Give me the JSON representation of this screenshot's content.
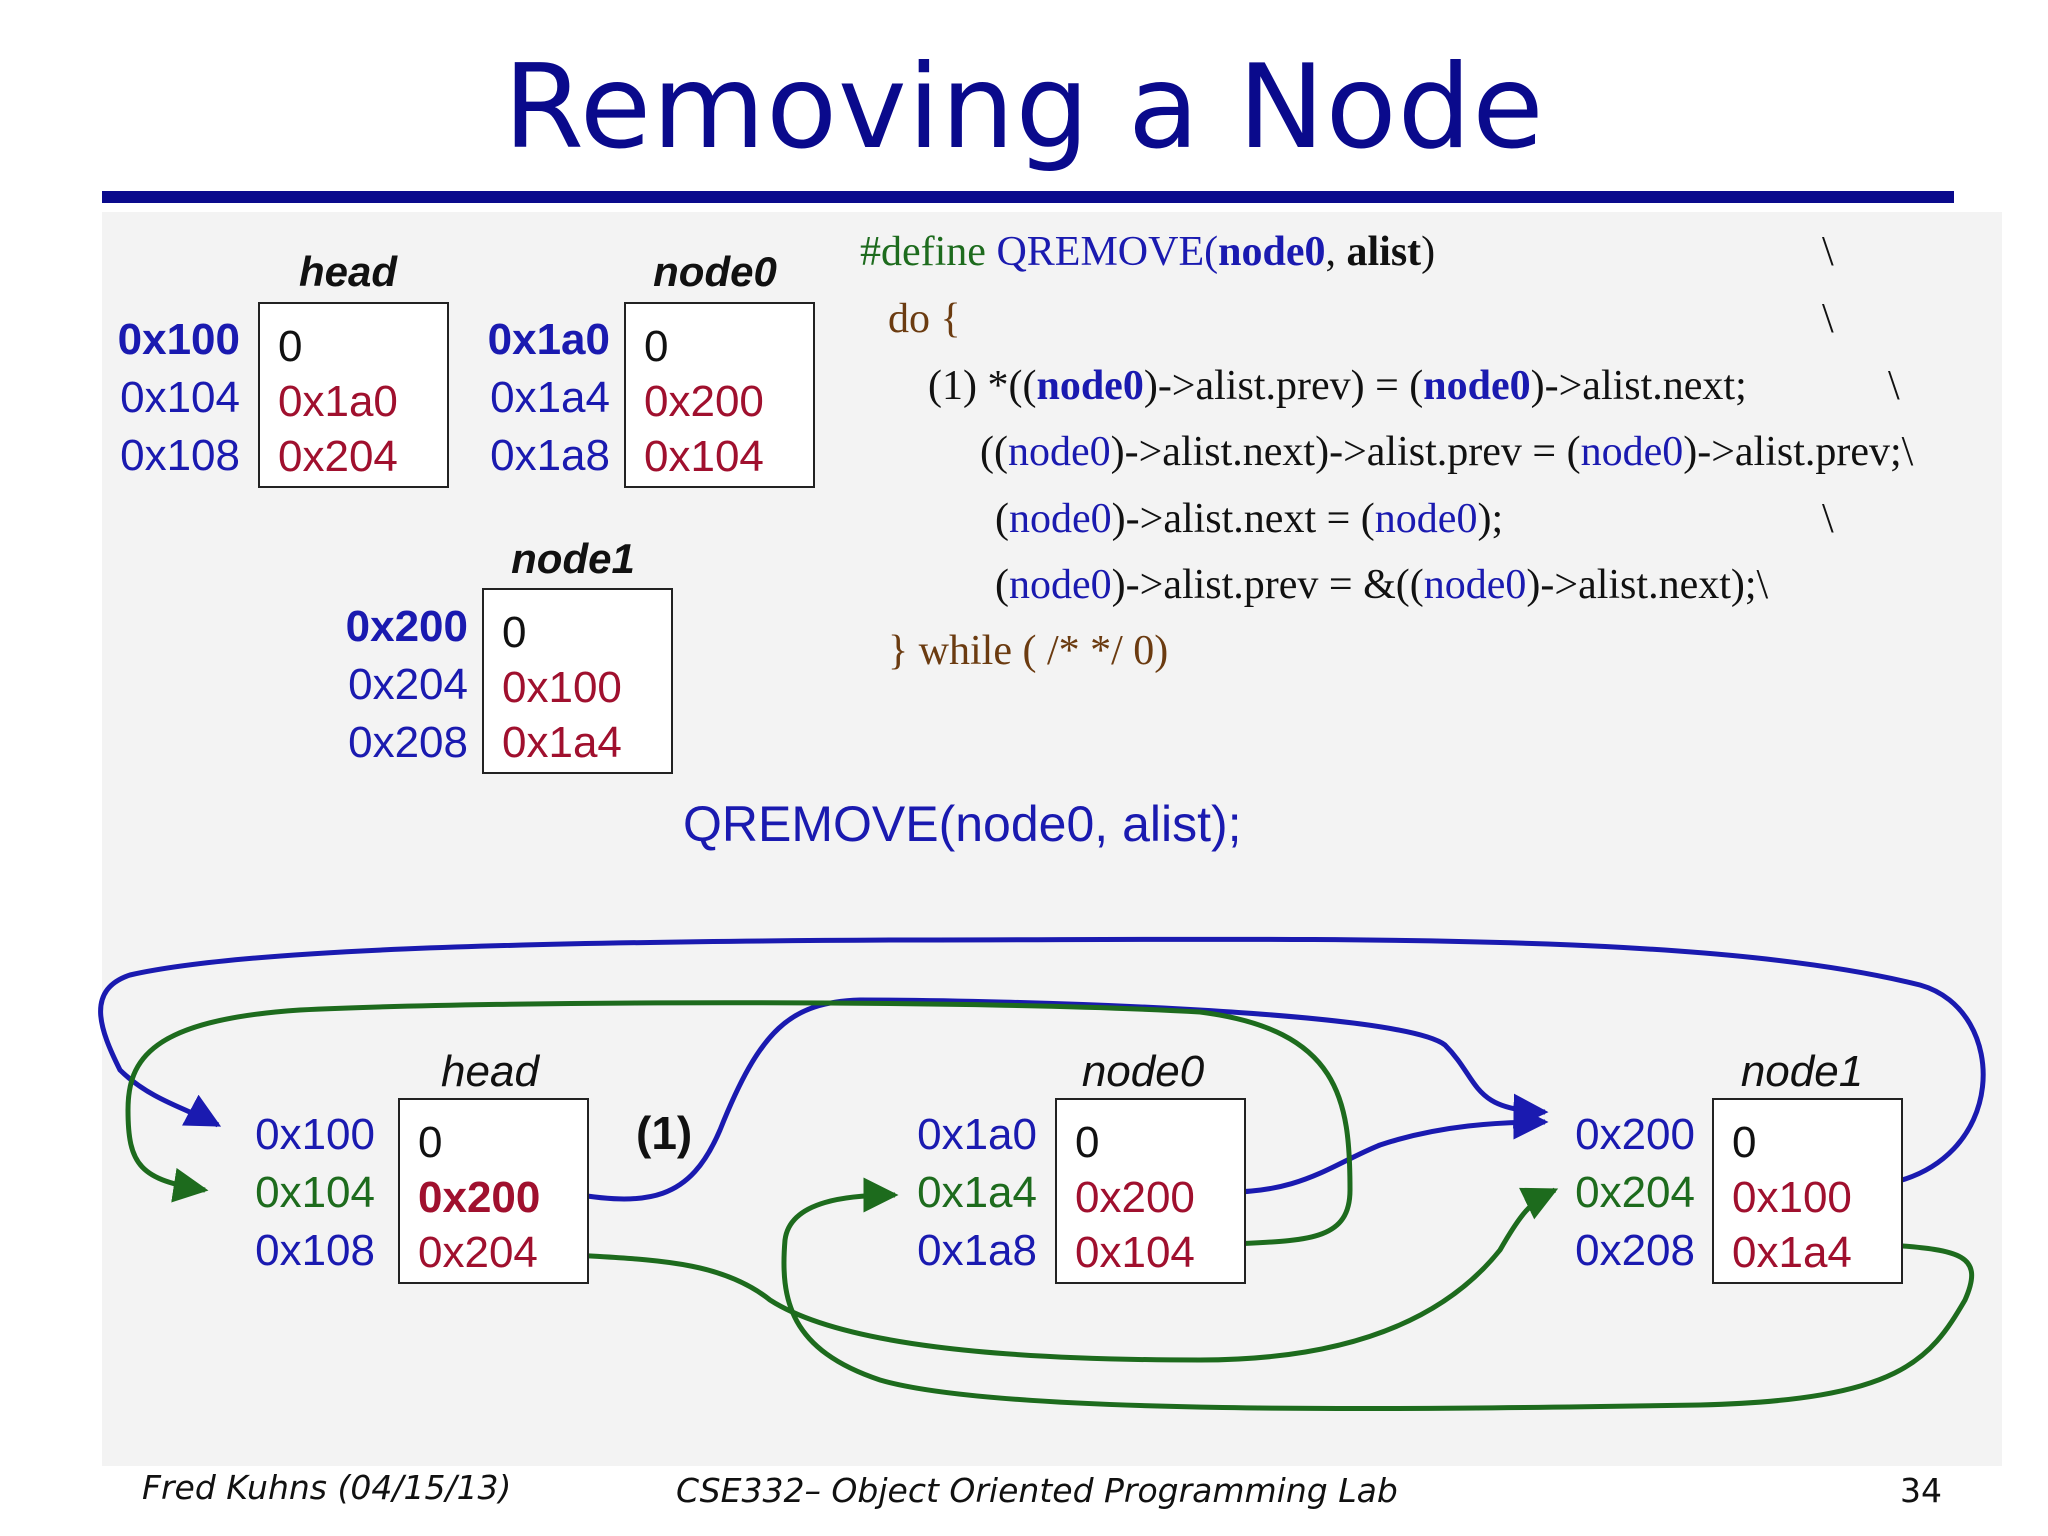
{
  "title": "Removing a Node",
  "top": {
    "head": {
      "label": "head",
      "addrs": [
        "0x100",
        "0x104",
        "0x108"
      ],
      "vals": [
        "0",
        "0x1a0",
        "0x204"
      ]
    },
    "node0": {
      "label": "node0",
      "addrs": [
        "0x1a0",
        "0x1a4",
        "0x1a8"
      ],
      "vals": [
        "0",
        "0x200",
        "0x104"
      ]
    },
    "node1": {
      "label": "node1",
      "addrs": [
        "0x200",
        "0x204",
        "0x208"
      ],
      "vals": [
        "0",
        "0x100",
        "0x1a4"
      ]
    }
  },
  "code": {
    "l1": {
      "kw": "#define",
      "macro": "QREMOVE",
      "p1": "node0",
      "p2": "alist",
      "bs": "\\"
    },
    "l2": {
      "text": "do {",
      "bs": "\\"
    },
    "l3": {
      "step": "(1)",
      "bs": "\\"
    },
    "l4": {
      "bs": "\\"
    },
    "l5": {
      "bs": "\\"
    },
    "l6": {
      "bs": "\\"
    },
    "l7": {
      "text": "} while ( /* */ 0)"
    }
  },
  "call": "QREMOVE(node0, alist);",
  "bottom": {
    "step_marker": "(1)",
    "head": {
      "label": "head",
      "addrs": [
        "0x100",
        "0x104",
        "0x108"
      ],
      "vals": [
        "0",
        "0x200",
        "0x204"
      ]
    },
    "node0": {
      "label": "node0",
      "addrs": [
        "0x1a0",
        "0x1a4",
        "0x1a8"
      ],
      "vals": [
        "0",
        "0x200",
        "0x104"
      ]
    },
    "node1": {
      "label": "node1",
      "addrs": [
        "0x200",
        "0x204",
        "0x208"
      ],
      "vals": [
        "0",
        "0x100",
        "0x1a4"
      ]
    }
  },
  "footer": {
    "author": "Fred Kuhns (04/15/13)",
    "course": "CSE332– Object Oriented Programming Lab",
    "page": "34"
  },
  "colors": {
    "title": "#0a0a8c",
    "address": "#1a1ab0",
    "pointer": "#a0102e",
    "next_arrow": "#1a1ab0",
    "prev_arrow": "#1d6b1d"
  }
}
